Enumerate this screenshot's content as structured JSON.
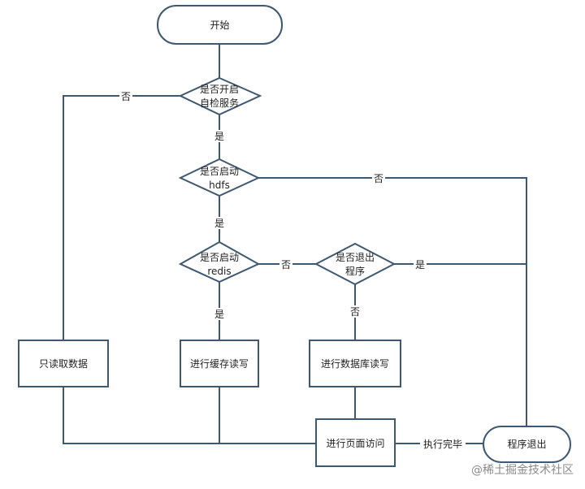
{
  "nodes": {
    "start": "开始",
    "d_selfcheck": [
      "是否开启",
      "自检服务"
    ],
    "d_hdfs": [
      "是否启动",
      "hdfs"
    ],
    "d_redis": [
      "是否启动",
      "redis"
    ],
    "d_exit": [
      "是否退出",
      "程序"
    ],
    "readonly": "只读取数据",
    "cache_rw": "进行缓存读写",
    "db_rw": "进行数据库读写",
    "page_visit": "进行页面访问",
    "exit": "程序退出"
  },
  "edge_labels": {
    "selfcheck_no": "否",
    "selfcheck_yes": "是",
    "hdfs_no": "否",
    "hdfs_yes": "是",
    "redis_no": "否",
    "redis_yes": "是",
    "exit_yes": "是",
    "exit_no": "否",
    "done": "执行完毕"
  },
  "watermark": "@稀土掘金技术社区",
  "colors": {
    "stroke": "#3d5870",
    "fill": "#ffffff",
    "text": "#1f1f1f"
  }
}
